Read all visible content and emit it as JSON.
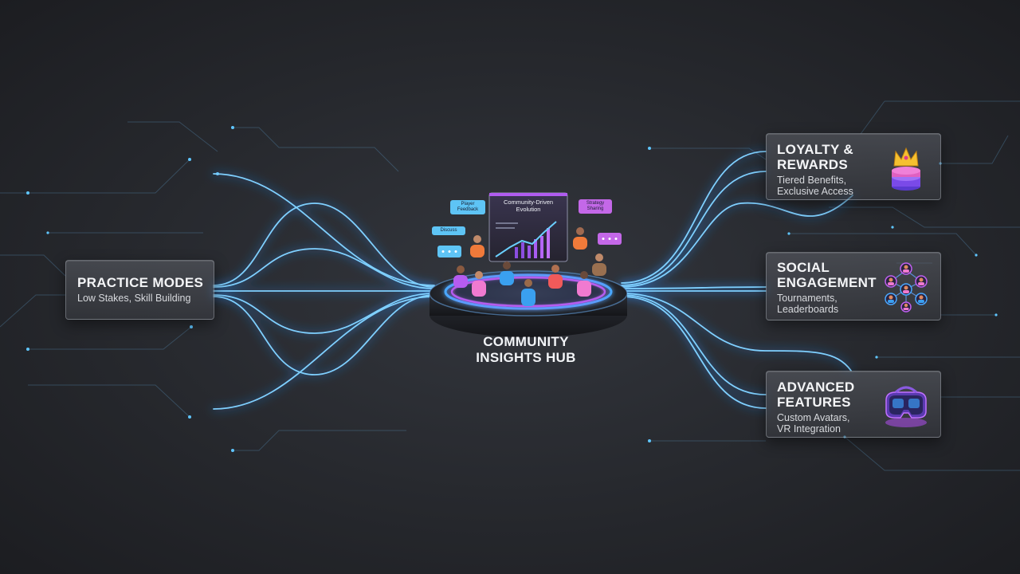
{
  "hub": {
    "label": "COMMUNITY\nINSIGHTS HUB",
    "screen_title": "Community-Driven\nEvolution",
    "bubbles": {
      "player_feedback": "Player\nFeedback",
      "strategy": "Strategy\nSharing",
      "discuss": "Discuss"
    }
  },
  "nodes": {
    "practice": {
      "title": "PRACTICE MODES",
      "subtitle": "Low Stakes, Skill Building"
    },
    "loyalty": {
      "title": "LOYALTY &\nREWARDS",
      "subtitle": "Tiered Benefits,\nExclusive Access",
      "icon": "crown-coins-icon"
    },
    "social": {
      "title": "SOCIAL\nENGAGEMENT",
      "subtitle": "Tournaments,\nLeaderboards",
      "icon": "network-people-icon"
    },
    "advanced": {
      "title": "ADVANCED\nFEATURES",
      "subtitle": "Custom Avatars,\nVR Integration",
      "icon": "vr-headset-icon"
    }
  },
  "colors": {
    "background": "#2a2c31",
    "line_glow": "#3aa8ff",
    "line_core": "#9fe0ff",
    "accent_purple": "#b04ef0",
    "card_border": "#8a8f99"
  }
}
